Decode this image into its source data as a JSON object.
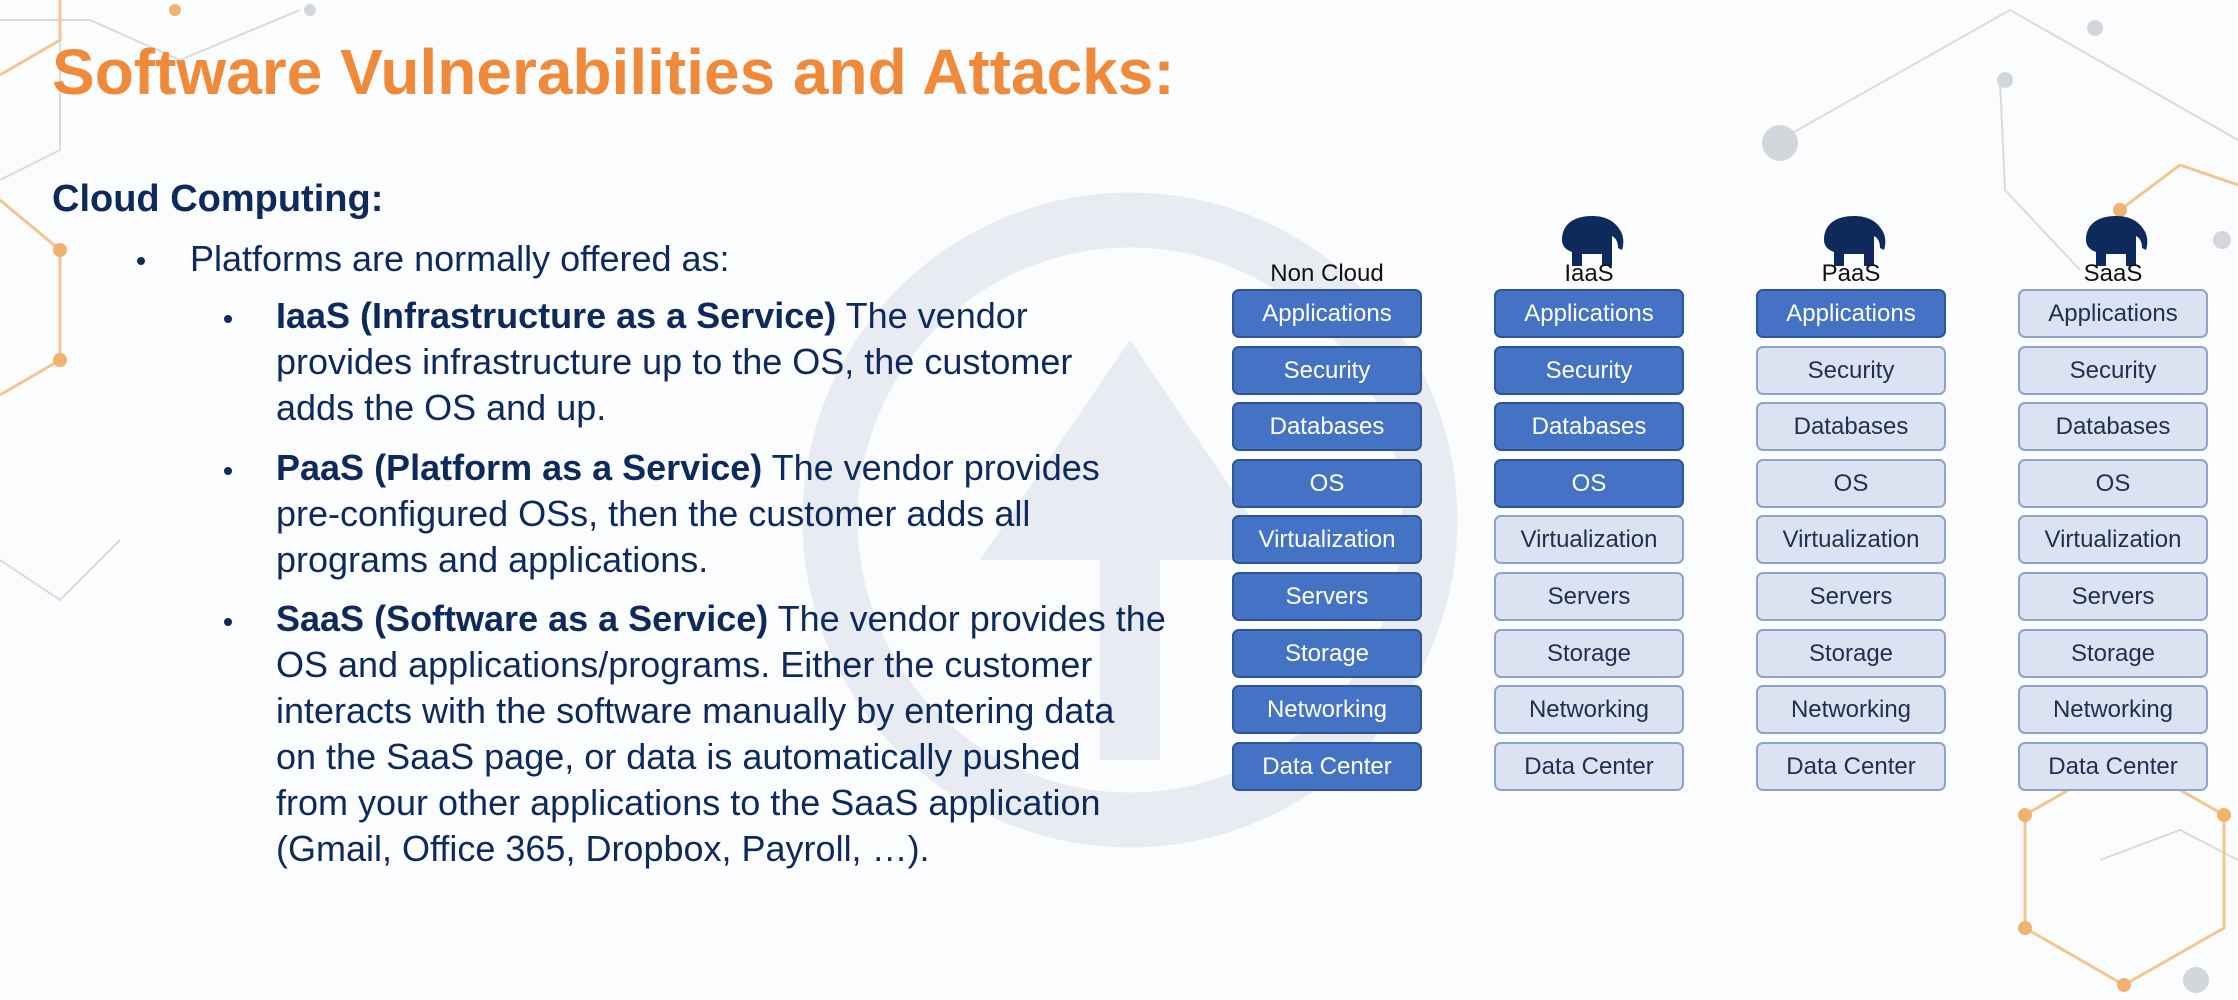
{
  "slide": {
    "title": "Software Vulnerabilities and Attacks:",
    "subtitle": "Cloud Computing:",
    "intro": "Platforms are normally offered as:",
    "items": [
      {
        "term": "IaaS (Infrastructure as a Service)",
        "lines": [
          " The vendor",
          "provides infrastructure up to the OS, the customer",
          "adds the OS and up."
        ]
      },
      {
        "term": "PaaS (Platform as a Service)",
        "lines": [
          " The vendor provides",
          "pre-configured OSs, then the customer adds all",
          "programs and applications."
        ]
      },
      {
        "term": "SaaS (Software as a Service)",
        "lines": [
          " The vendor provides the",
          "OS and applications/programs. Either the customer",
          "interacts with the software manually by entering data",
          "on the SaaS page, or data is automatically pushed",
          "from your other applications to the SaaS application",
          "(Gmail, Office 365, Dropbox, Payroll, …)."
        ]
      }
    ]
  },
  "diagram": {
    "icon": "elephant-icon",
    "layers": [
      "Applications",
      "Security",
      "Databases",
      "OS",
      "Virtualization",
      "Servers",
      "Storage",
      "Networking",
      "Data Center"
    ],
    "columns": [
      {
        "label": "Non Cloud",
        "vendor_managed_layers": 0,
        "has_icon": false
      },
      {
        "label": "IaaS",
        "vendor_managed_layers": 4,
        "has_icon": true
      },
      {
        "label": "PaaS",
        "vendor_managed_layers": 1,
        "has_icon": true
      },
      {
        "label": "SaaS",
        "vendor_managed_layers": 0,
        "has_icon": true
      }
    ]
  },
  "colors": {
    "title": "#ef8a3a",
    "text": "#0e2a5c",
    "box_dark": "#4472c4",
    "box_light": "#dbe3f2",
    "elephant": "#0e2a5c"
  }
}
